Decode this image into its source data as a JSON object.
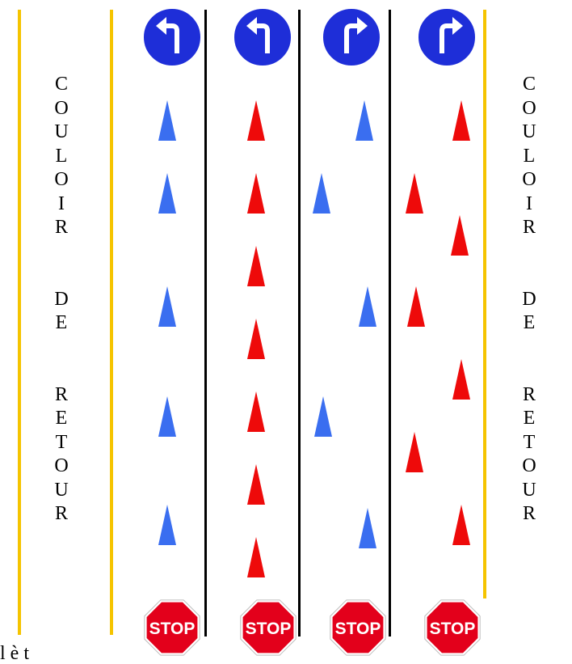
{
  "left_corridor": {
    "label": "COULOIR  DE  RETOUR"
  },
  "right_corridor": {
    "label": "COULOIR  DE  RETOUR"
  },
  "lanes": [
    {
      "direction_icon": "turn-left-arrow-icon",
      "sign_label": "STOP"
    },
    {
      "direction_icon": "turn-left-arrow-icon",
      "sign_label": "STOP"
    },
    {
      "direction_icon": "turn-right-arrow-icon",
      "sign_label": "STOP"
    },
    {
      "direction_icon": "turn-right-arrow-icon",
      "sign_label": "STOP"
    }
  ],
  "colors": {
    "corridor_line": "#f5c400",
    "lane_divider": "#000000",
    "sign_blue": "#1e2ed8",
    "cone_blue": "#3a6ef0",
    "cone_red": "#ee0a0a",
    "stop_red": "#e3001b"
  },
  "cones": [
    {
      "lane": 1,
      "color": "blue",
      "count": 5
    },
    {
      "lane": 2,
      "color": "red",
      "count": 7
    },
    {
      "lane": 3,
      "color": "blue",
      "count": 5
    },
    {
      "lane": 4,
      "color": "red",
      "count": 7
    }
  ],
  "footer": {
    "text": "l è t"
  }
}
